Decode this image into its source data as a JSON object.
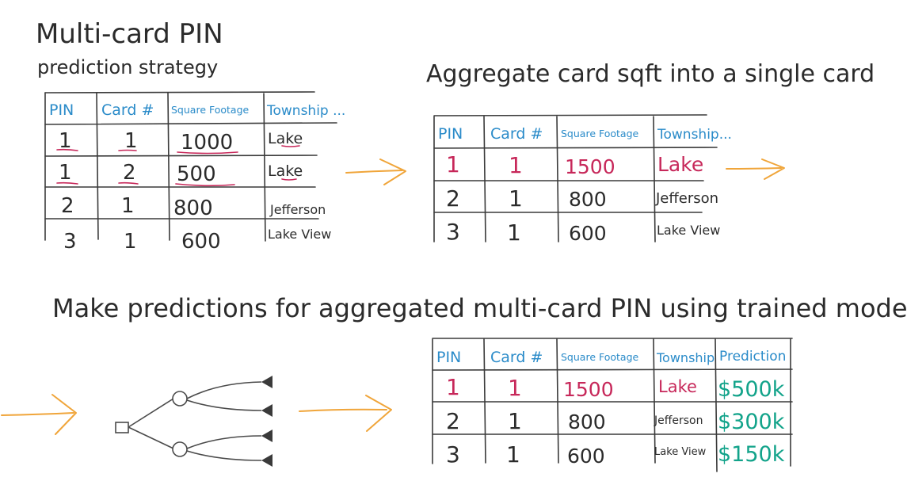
{
  "titles": {
    "top_left_line1": "Multi-card PIN",
    "top_left_line2": "prediction strategy",
    "top_right": "Aggregate card sqft into a single card",
    "bottom": "Make predictions for aggregated multi-card PIN using trained model"
  },
  "table1": {
    "headers": [
      "PIN",
      "Card #",
      "Square Footage",
      "Township ..."
    ],
    "rows": [
      [
        "1",
        "1",
        "1000",
        "Lake"
      ],
      [
        "1",
        "2",
        "500",
        "Lake"
      ],
      [
        "2",
        "1",
        "800",
        "Jefferson"
      ],
      [
        "3",
        "1",
        "600",
        "Lake View"
      ]
    ]
  },
  "table2": {
    "headers": [
      "PIN",
      "Card #",
      "Square Footage",
      "Township..."
    ],
    "rows": [
      [
        "1",
        "1",
        "1500",
        "Lake"
      ],
      [
        "2",
        "1",
        "800",
        "Jefferson"
      ],
      [
        "3",
        "1",
        "600",
        "Lake View"
      ]
    ]
  },
  "table3": {
    "headers": [
      "PIN",
      "Card #",
      "Square Footage",
      "Township",
      "Prediction"
    ],
    "rows": [
      [
        "1",
        "1",
        "1500",
        "Lake",
        "$500k"
      ],
      [
        "2",
        "1",
        "800",
        "Jefferson",
        "$300k"
      ],
      [
        "3",
        "1",
        "600",
        "Lake View",
        "$150k"
      ]
    ]
  },
  "colors": {
    "header": "#2a8bc9",
    "ink": "#2b2b2b",
    "highlight": "#c7285a",
    "prediction": "#12a38a",
    "arrow": "#f0a53a"
  },
  "icons": [
    "arrow-right-icon",
    "decision-tree-icon"
  ]
}
